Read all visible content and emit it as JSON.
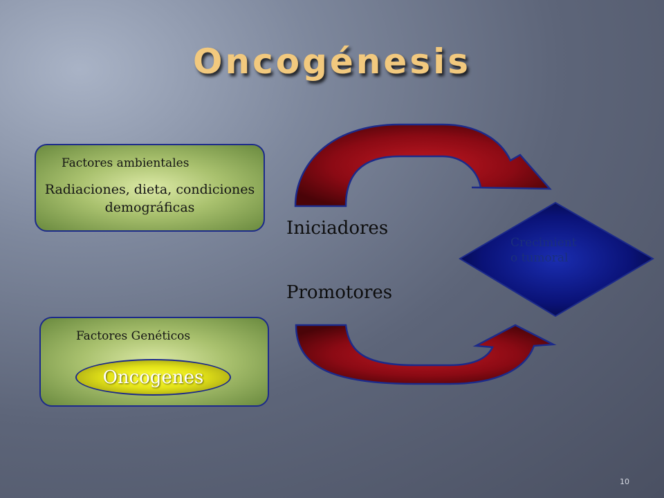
{
  "slide": {
    "title": "Oncogénesis",
    "environment_box": {
      "label": "Factores ambientales",
      "description": "Radiaciones, dieta, condiciones demográficas"
    },
    "genetic_box": {
      "label": "Factores Genéticos",
      "oval_text": "Oncogenes"
    },
    "stage_upper": "Iniciadores",
    "stage_lower": "Promotores",
    "outcome": {
      "text_line1": "Crecimient",
      "text_line2": "o tumoral"
    },
    "page_number": "10"
  },
  "colors": {
    "title": "#f2c97e",
    "arrow_fill": "#8b0a14",
    "diamond_fill": "#0a1277",
    "box_green": "#a9c16e",
    "oval_yellow": "#e3e218",
    "outline_blue": "#1c2a8a"
  }
}
